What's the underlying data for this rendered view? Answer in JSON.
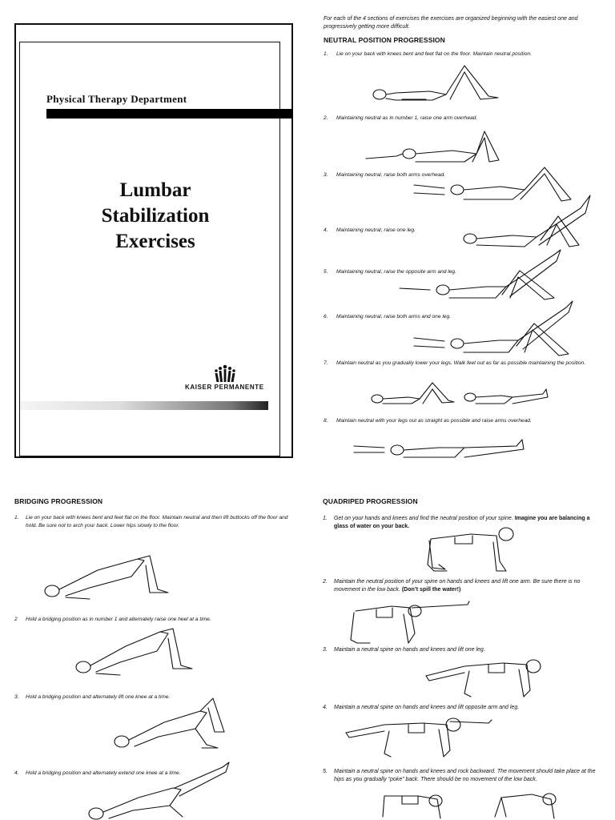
{
  "cover": {
    "department": "Physical Therapy Department",
    "title_line1": "Lumbar",
    "title_line2": "Stabilization",
    "title_line3": "Exercises",
    "logo_text": "KAISER PERMANENTE"
  },
  "intro": "For each of the 4 sections of exercises the exercises are organized beginning with the easiest one and progressively getting more difficult.",
  "neutral": {
    "heading": "NEUTRAL POSITION PROGRESSION",
    "steps": [
      {
        "num": "1.",
        "text": "Lie on your back with knees bent and feet flat on the floor. Maintain neutral position."
      },
      {
        "num": "2.",
        "text": "Maintaining neutral as in number 1, raise one arm overhead."
      },
      {
        "num": "3.",
        "text": "Maintaining neutral, raise both arms overhead."
      },
      {
        "num": "4.",
        "text": "Maintaining neutral, raise one leg."
      },
      {
        "num": "5.",
        "text": "Maintaining neutral, raise the opposite arm and leg."
      },
      {
        "num": "6.",
        "text": "Maintaining neutral, raise both arms and one leg."
      },
      {
        "num": "7.",
        "text": "Maintain neutral as you gradually lower your legs. Walk feet out as far as possible maintaining the position."
      },
      {
        "num": "8.",
        "text": "Maintain neutral with your legs out as straight as possible and raise arms overhead."
      }
    ]
  },
  "bridging": {
    "heading": "BRIDGING PROGRESSION",
    "steps": [
      {
        "num": "1.",
        "text": "Lie on your back with knees bent and feet flat on the floor. Maintain neutral and then lift buttocks off the floor and hold. Be sure not to arch your back. Lower hips slowly to the floor."
      },
      {
        "num": "2",
        "text": "Hold a bridging position as in number 1 and alternately raise one heel at a time."
      },
      {
        "num": "3.",
        "text": "Hold a bridging position and alternately lift one knee at a time."
      },
      {
        "num": "4.",
        "text": "Hold a bridging position and alternately extend one knee at a time."
      }
    ]
  },
  "quadriped": {
    "heading": "QUADRIPED PROGRESSION",
    "steps": [
      {
        "num": "1.",
        "text": "Get on your hands and knees and find the neutral position of your spine.",
        "bold": "Imagine you are balancing a glass of water on your back."
      },
      {
        "num": "2.",
        "text": "Maintain the neutral position of your spine on hands and knees and lift one arm. Be sure there is no movement in the low back.",
        "bold": "(Don’t spill the water!)"
      },
      {
        "num": "3.",
        "text": "Maintain a neutral spine on hands and knees and lift one leg.",
        "bold": ""
      },
      {
        "num": "4.",
        "text": "Maintain a neutral spine on hands and knees and lift opposite arm and leg.",
        "bold": ""
      },
      {
        "num": "5.",
        "text": "Maintain a neutral spine on hands and knees and rock backward. The movement should take place at the hips as you gradually “poke” back. There should be no movement of the low back.",
        "bold": ""
      }
    ]
  }
}
